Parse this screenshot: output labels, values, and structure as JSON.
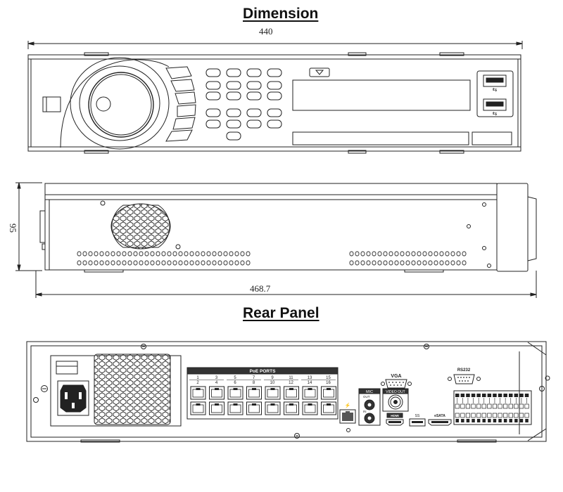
{
  "headings": {
    "dimension": "Dimension",
    "rear_panel": "Rear Panel"
  },
  "dimensions": {
    "width": "440",
    "height": "95",
    "depth": "468.7"
  },
  "rear_labels": {
    "poe_ports": "PoE PORTS",
    "port_numbers_top": [
      "1",
      "3",
      "5",
      "7",
      "9",
      "11",
      "13",
      "15"
    ],
    "port_numbers_bottom": [
      "2",
      "4",
      "6",
      "8",
      "10",
      "12",
      "14",
      "16"
    ],
    "vga": "VGA",
    "rs232": "RS232",
    "mic": "MIC",
    "out": "OUT",
    "in": "IN",
    "video_out": "VIDEO OUT",
    "hdmi": "HDMI",
    "usb": "SS",
    "esata": "eSATA"
  },
  "colors": {
    "line": "#222222",
    "fill_dark": "#333333",
    "fill_light": "#ffffff"
  }
}
